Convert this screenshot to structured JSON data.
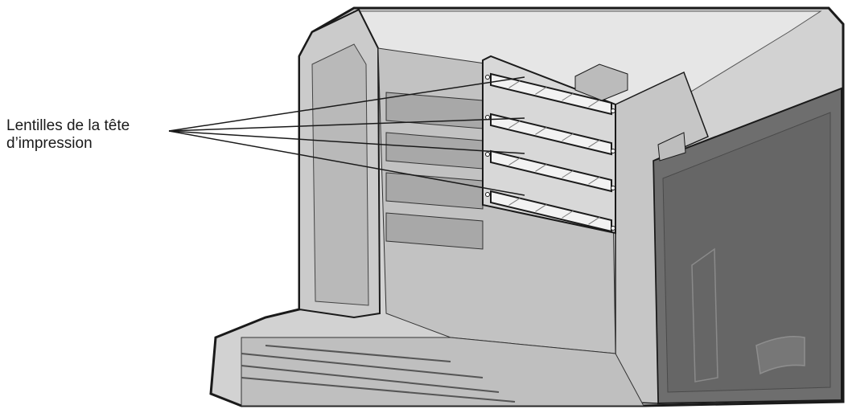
{
  "callout": {
    "line1": "Lentilles de la tête",
    "line2": "d’impression"
  },
  "colors": {
    "body_gray": "#cfcfcf",
    "light_gray": "#e4e4e4",
    "dark_panel": "#6f6f6f",
    "outline": "#1a1a1a",
    "lens_fill": "#f2f2f2"
  },
  "lenses": [
    {
      "name": "lens-1"
    },
    {
      "name": "lens-2"
    },
    {
      "name": "lens-3"
    },
    {
      "name": "lens-4"
    }
  ]
}
